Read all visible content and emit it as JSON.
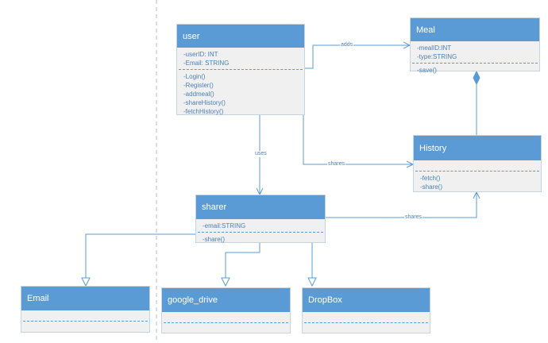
{
  "classes": {
    "user": {
      "name": "user",
      "attributes": [
        "-userID: INT",
        "-Email: STRING"
      ],
      "methods": [
        "-Login()",
        "-Register()",
        "-addmeal()",
        "-shareHistory()",
        "-fetchHistory()"
      ]
    },
    "meal": {
      "name": "Meal",
      "attributes": [
        "-mealID:INT",
        "-type:STRING"
      ],
      "methods": [
        "-save()"
      ]
    },
    "history": {
      "name": "History",
      "attributes": [],
      "methods": [
        "-fetch()",
        "-share()"
      ]
    },
    "sharer": {
      "name": "sharer",
      "attributes": [
        "-email:STRING"
      ],
      "methods": [
        "-share()"
      ]
    },
    "email": {
      "name": "Email",
      "attributes": [],
      "methods": []
    },
    "google_drive": {
      "name": "google_drive",
      "attributes": [],
      "methods": []
    },
    "dropbox": {
      "name": "DropBox",
      "attributes": [],
      "methods": []
    }
  },
  "relations": {
    "adds": "adds",
    "uses": "uses",
    "user_shares": "shares",
    "sharer_shares": "shares"
  },
  "colors": {
    "header": "#5b9bd5",
    "body": "#f0f0f0",
    "line": "#5b9bd5",
    "text": "#4a7fb8"
  }
}
